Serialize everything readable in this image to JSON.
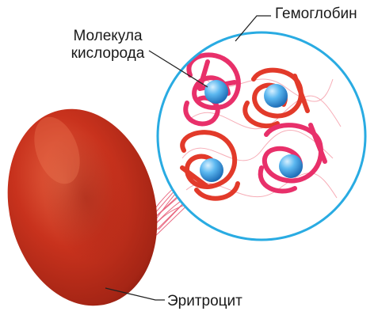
{
  "labels": {
    "hemoglobin": "Гемоглобин",
    "oxygen_line1": "Молекула",
    "oxygen_line2": "кислорода",
    "erythrocyte": "Эритроцит"
  },
  "colors": {
    "cell_main": "#c8321d",
    "cell_dark": "#8e1d12",
    "cell_light": "#e4603f",
    "zoom_circle": "#29abe2",
    "chain_magenta": "#e8306a",
    "chain_red": "#e23a2a",
    "oxygen": "#4aa6e6",
    "leader_line": "#222222"
  }
}
